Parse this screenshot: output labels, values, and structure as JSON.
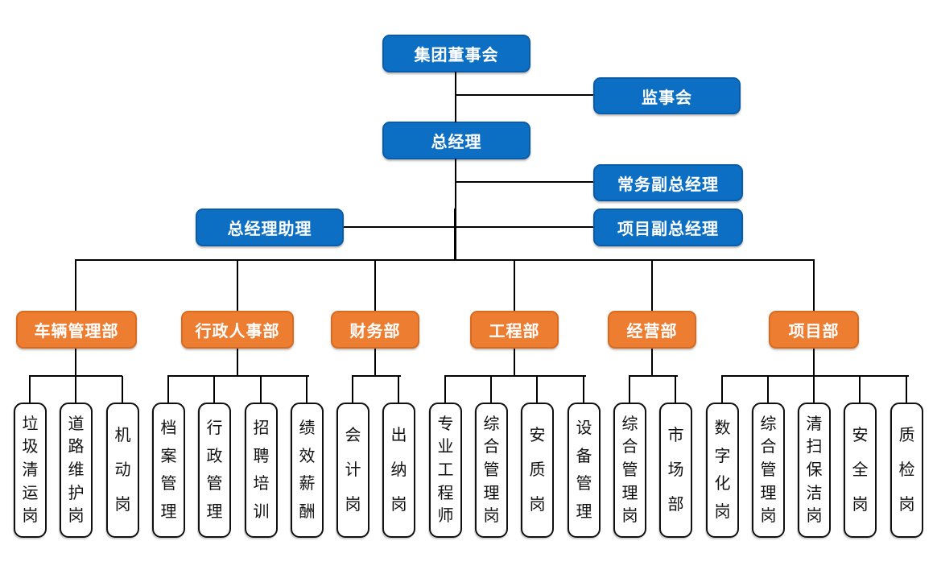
{
  "chart_type": "organization-chart",
  "colors": {
    "executive_fill": "#0d6fc4",
    "executive_border": "#0a5ca8",
    "department_fill": "#ed7d31",
    "department_border": "#d86b1f",
    "post_fill": "#ffffff",
    "post_border": "#111111",
    "connector": "#000000",
    "executive_text": "#ffffff",
    "department_text": "#ffffff",
    "post_text": "#111111"
  },
  "executive": {
    "board": "集团董事会",
    "supervisory": "监事会",
    "gm": "总经理",
    "exec_deputy_gm": "常务副总经理",
    "gm_assistant": "总经理助理",
    "project_deputy_gm": "项目副总经理"
  },
  "departments": [
    {
      "label": "车辆管理部",
      "children": [
        "垃圾清运岗",
        "道路维护岗",
        "机动岗"
      ]
    },
    {
      "label": "行政人事部",
      "children": [
        "档案管理",
        "行政管理",
        "招聘培训",
        "绩效薪酬"
      ]
    },
    {
      "label": "财务部",
      "children": [
        "会计岗",
        "出纳岗"
      ]
    },
    {
      "label": "工程部",
      "children": [
        "专业工程师",
        "综合管理岗",
        "安质岗",
        "设备管理"
      ]
    },
    {
      "label": "经营部",
      "children": [
        "综合管理岗",
        "市场部"
      ]
    },
    {
      "label": "项目部",
      "children": [
        "数字化岗",
        "综合管理岗",
        "清扫保洁岗",
        "安全岗",
        "质检岗"
      ]
    }
  ]
}
